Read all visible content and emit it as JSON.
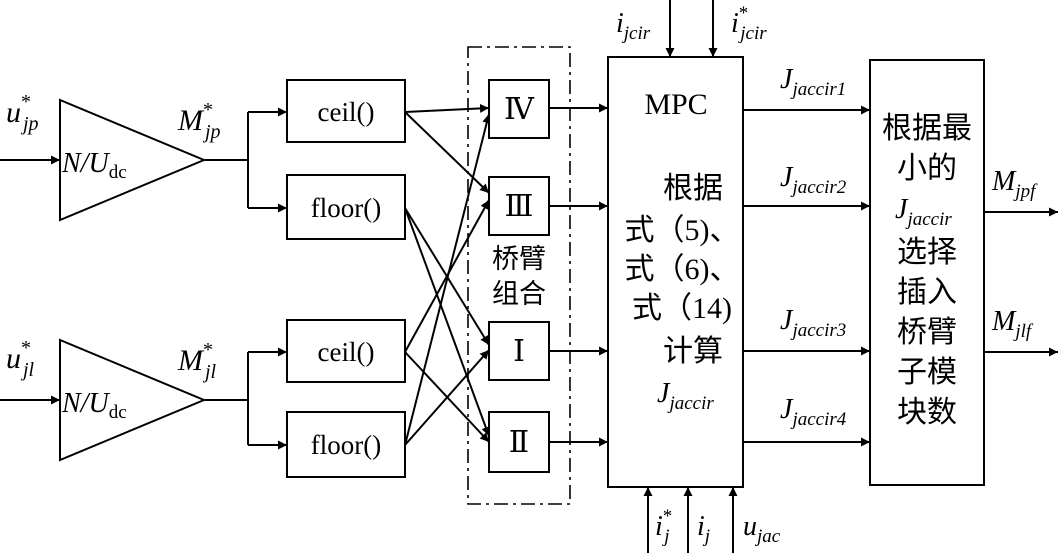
{
  "blocks": {
    "gain_top": {
      "label": "N/U",
      "sub": "dc"
    },
    "gain_bot": {
      "label": "N/U",
      "sub": "dc"
    },
    "ceil_top": "ceil()",
    "floor_top": "floor()",
    "ceil_bot": "ceil()",
    "floor_bot": "floor()",
    "arm_iv": "Ⅳ",
    "arm_iii": "Ⅲ",
    "arm_i": "Ⅰ",
    "arm_ii": "Ⅱ",
    "arm_group": [
      "桥臂",
      "组合"
    ],
    "mpc": {
      "title": "MPC",
      "lines": [
        "根据",
        "式（5)、",
        "式（6)、",
        "式（14)",
        "计算"
      ],
      "result": {
        "var": "J",
        "sub": "jaccir"
      }
    },
    "select": {
      "lines_top": [
        "根据最",
        "小的"
      ],
      "var": {
        "main": "J",
        "sub": "jaccir"
      },
      "lines_bottom": [
        "选择",
        "插入",
        "桥臂",
        "子模",
        "块数"
      ]
    }
  },
  "signals": {
    "u_jp": {
      "main": "u",
      "sup": "*",
      "sub": "jp"
    },
    "u_jl": {
      "main": "u",
      "sup": "*",
      "sub": "jl"
    },
    "m_jp": {
      "main": "M",
      "sup": "*",
      "sub": "jp"
    },
    "m_jl": {
      "main": "M",
      "sup": "*",
      "sub": "jl"
    },
    "i_jcir": {
      "main": "i",
      "sub": "jcir"
    },
    "i_jcir_ref": {
      "main": "i",
      "sup": "*",
      "sub": "jcir"
    },
    "i_j_ref": {
      "main": "i",
      "sup": "*",
      "sub": "j"
    },
    "i_j": {
      "main": "i",
      "sub": "j"
    },
    "u_jac": {
      "main": "u",
      "sub": "jac"
    },
    "j_accir1": {
      "main": "J",
      "sub": "jaccir1"
    },
    "j_accir2": {
      "main": "J",
      "sub": "jaccir2"
    },
    "j_accir3": {
      "main": "J",
      "sub": "jaccir3"
    },
    "j_accir4": {
      "main": "J",
      "sub": "jaccir4"
    },
    "m_jpf": {
      "main": "M",
      "sub": "jpf"
    },
    "m_jlf": {
      "main": "M",
      "sub": "jlf"
    }
  }
}
